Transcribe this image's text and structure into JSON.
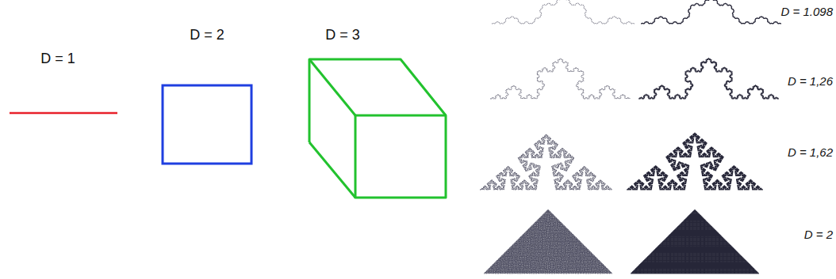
{
  "diagram": {
    "labels": [
      "D = 1",
      "D = 2",
      "D = 3",
      "D = 1.098",
      "D = 1,26",
      "D = 1,62",
      "D = 2"
    ]
  }
}
